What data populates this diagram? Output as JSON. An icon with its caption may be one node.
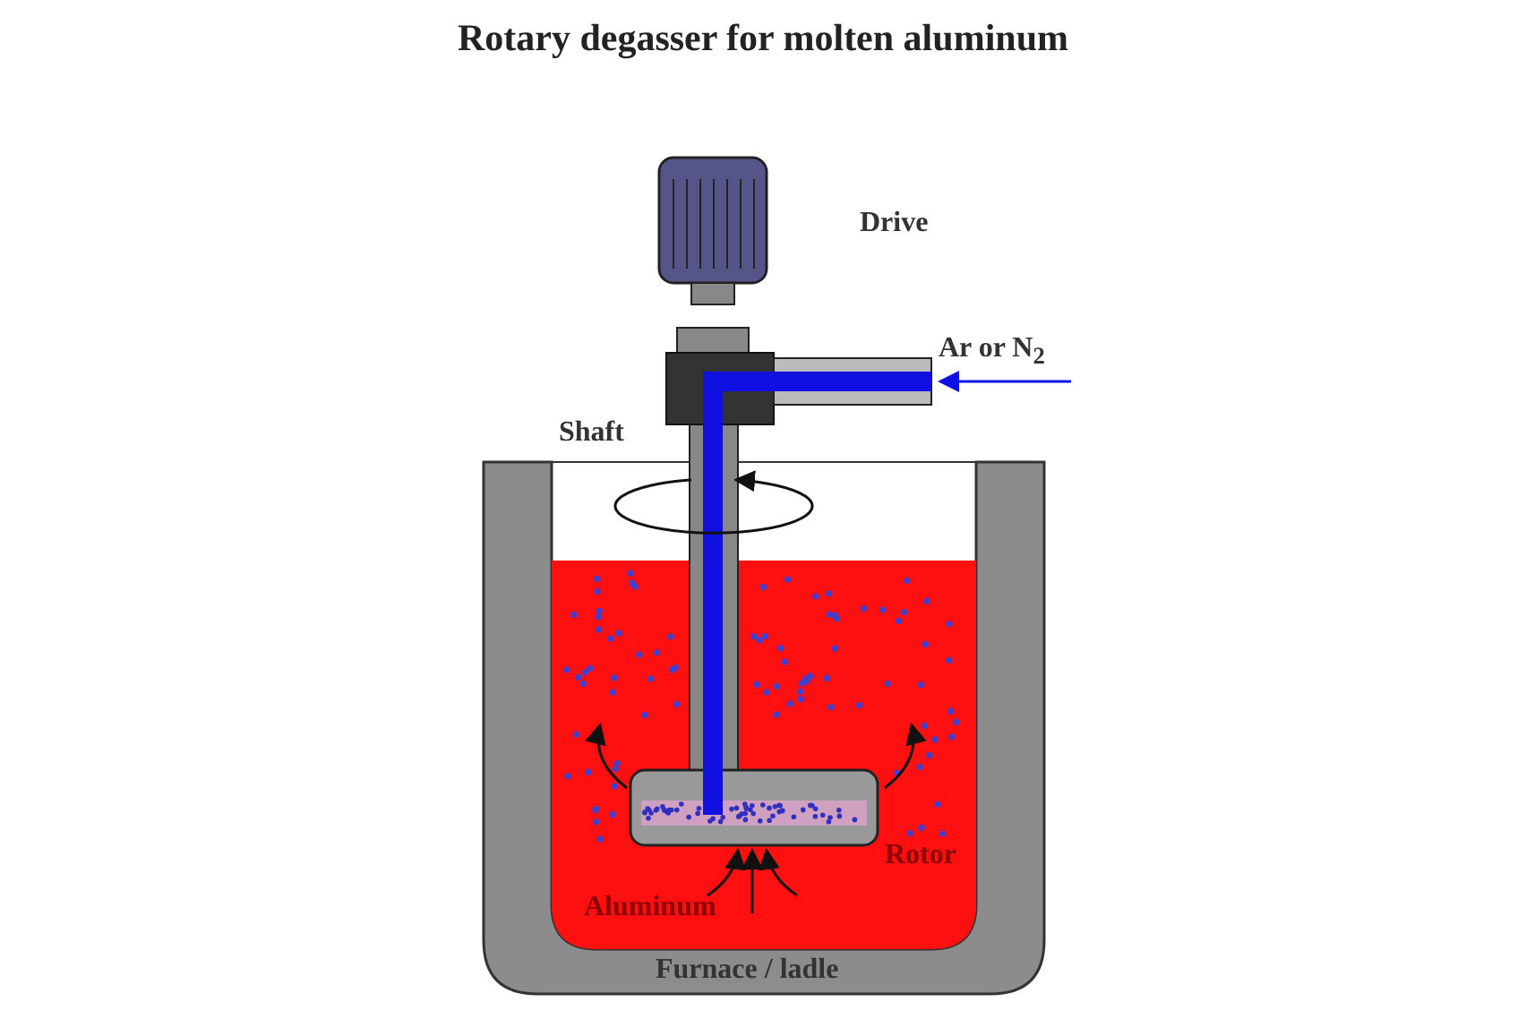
{
  "diagram": {
    "title": "Rotary degasser for molten aluminum",
    "labels": [
      "Drive",
      "Ar or N$_{2}$",
      "Shaft",
      "Rotor",
      "Aluminum",
      "Furnace / ladle"
    ]
  }
}
